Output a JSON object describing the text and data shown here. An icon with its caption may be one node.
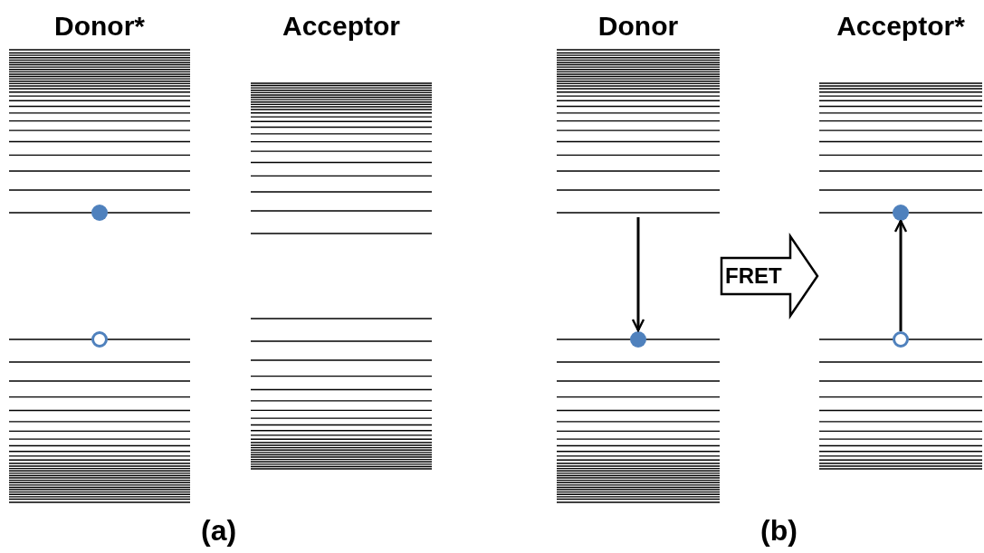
{
  "diagram": {
    "nodes": [
      {
        "text": [
          "Donor*"
        ]
      },
      {
        "text": [],
        "shape": "circle",
        "in": 0
      },
      {
        "text": [],
        "shape": "circle",
        "in": 0
      },
      {
        "text": [
          "Acceptor"
        ]
      },
      {
        "text": [
          "Donor"
        ]
      },
      {
        "text": [],
        "shape": "circle",
        "in": 4
      },
      {
        "text": [
          "Acceptor*"
        ]
      },
      {
        "text": [],
        "shape": "circle",
        "in": 6
      },
      {
        "text": [],
        "shape": "circle",
        "in": 6
      }
    ],
    "edges": [
      {
        "from": null,
        "to": 5,
        "arrow": "to"
      },
      {
        "from": 4,
        "to": 6,
        "label": "FRET",
        "arrow": "to",
        "style": "thick"
      },
      {
        "from": 8,
        "to": 7,
        "arrow": "to"
      }
    ],
    "labels": [
      "(a)",
      "(b)"
    ]
  }
}
